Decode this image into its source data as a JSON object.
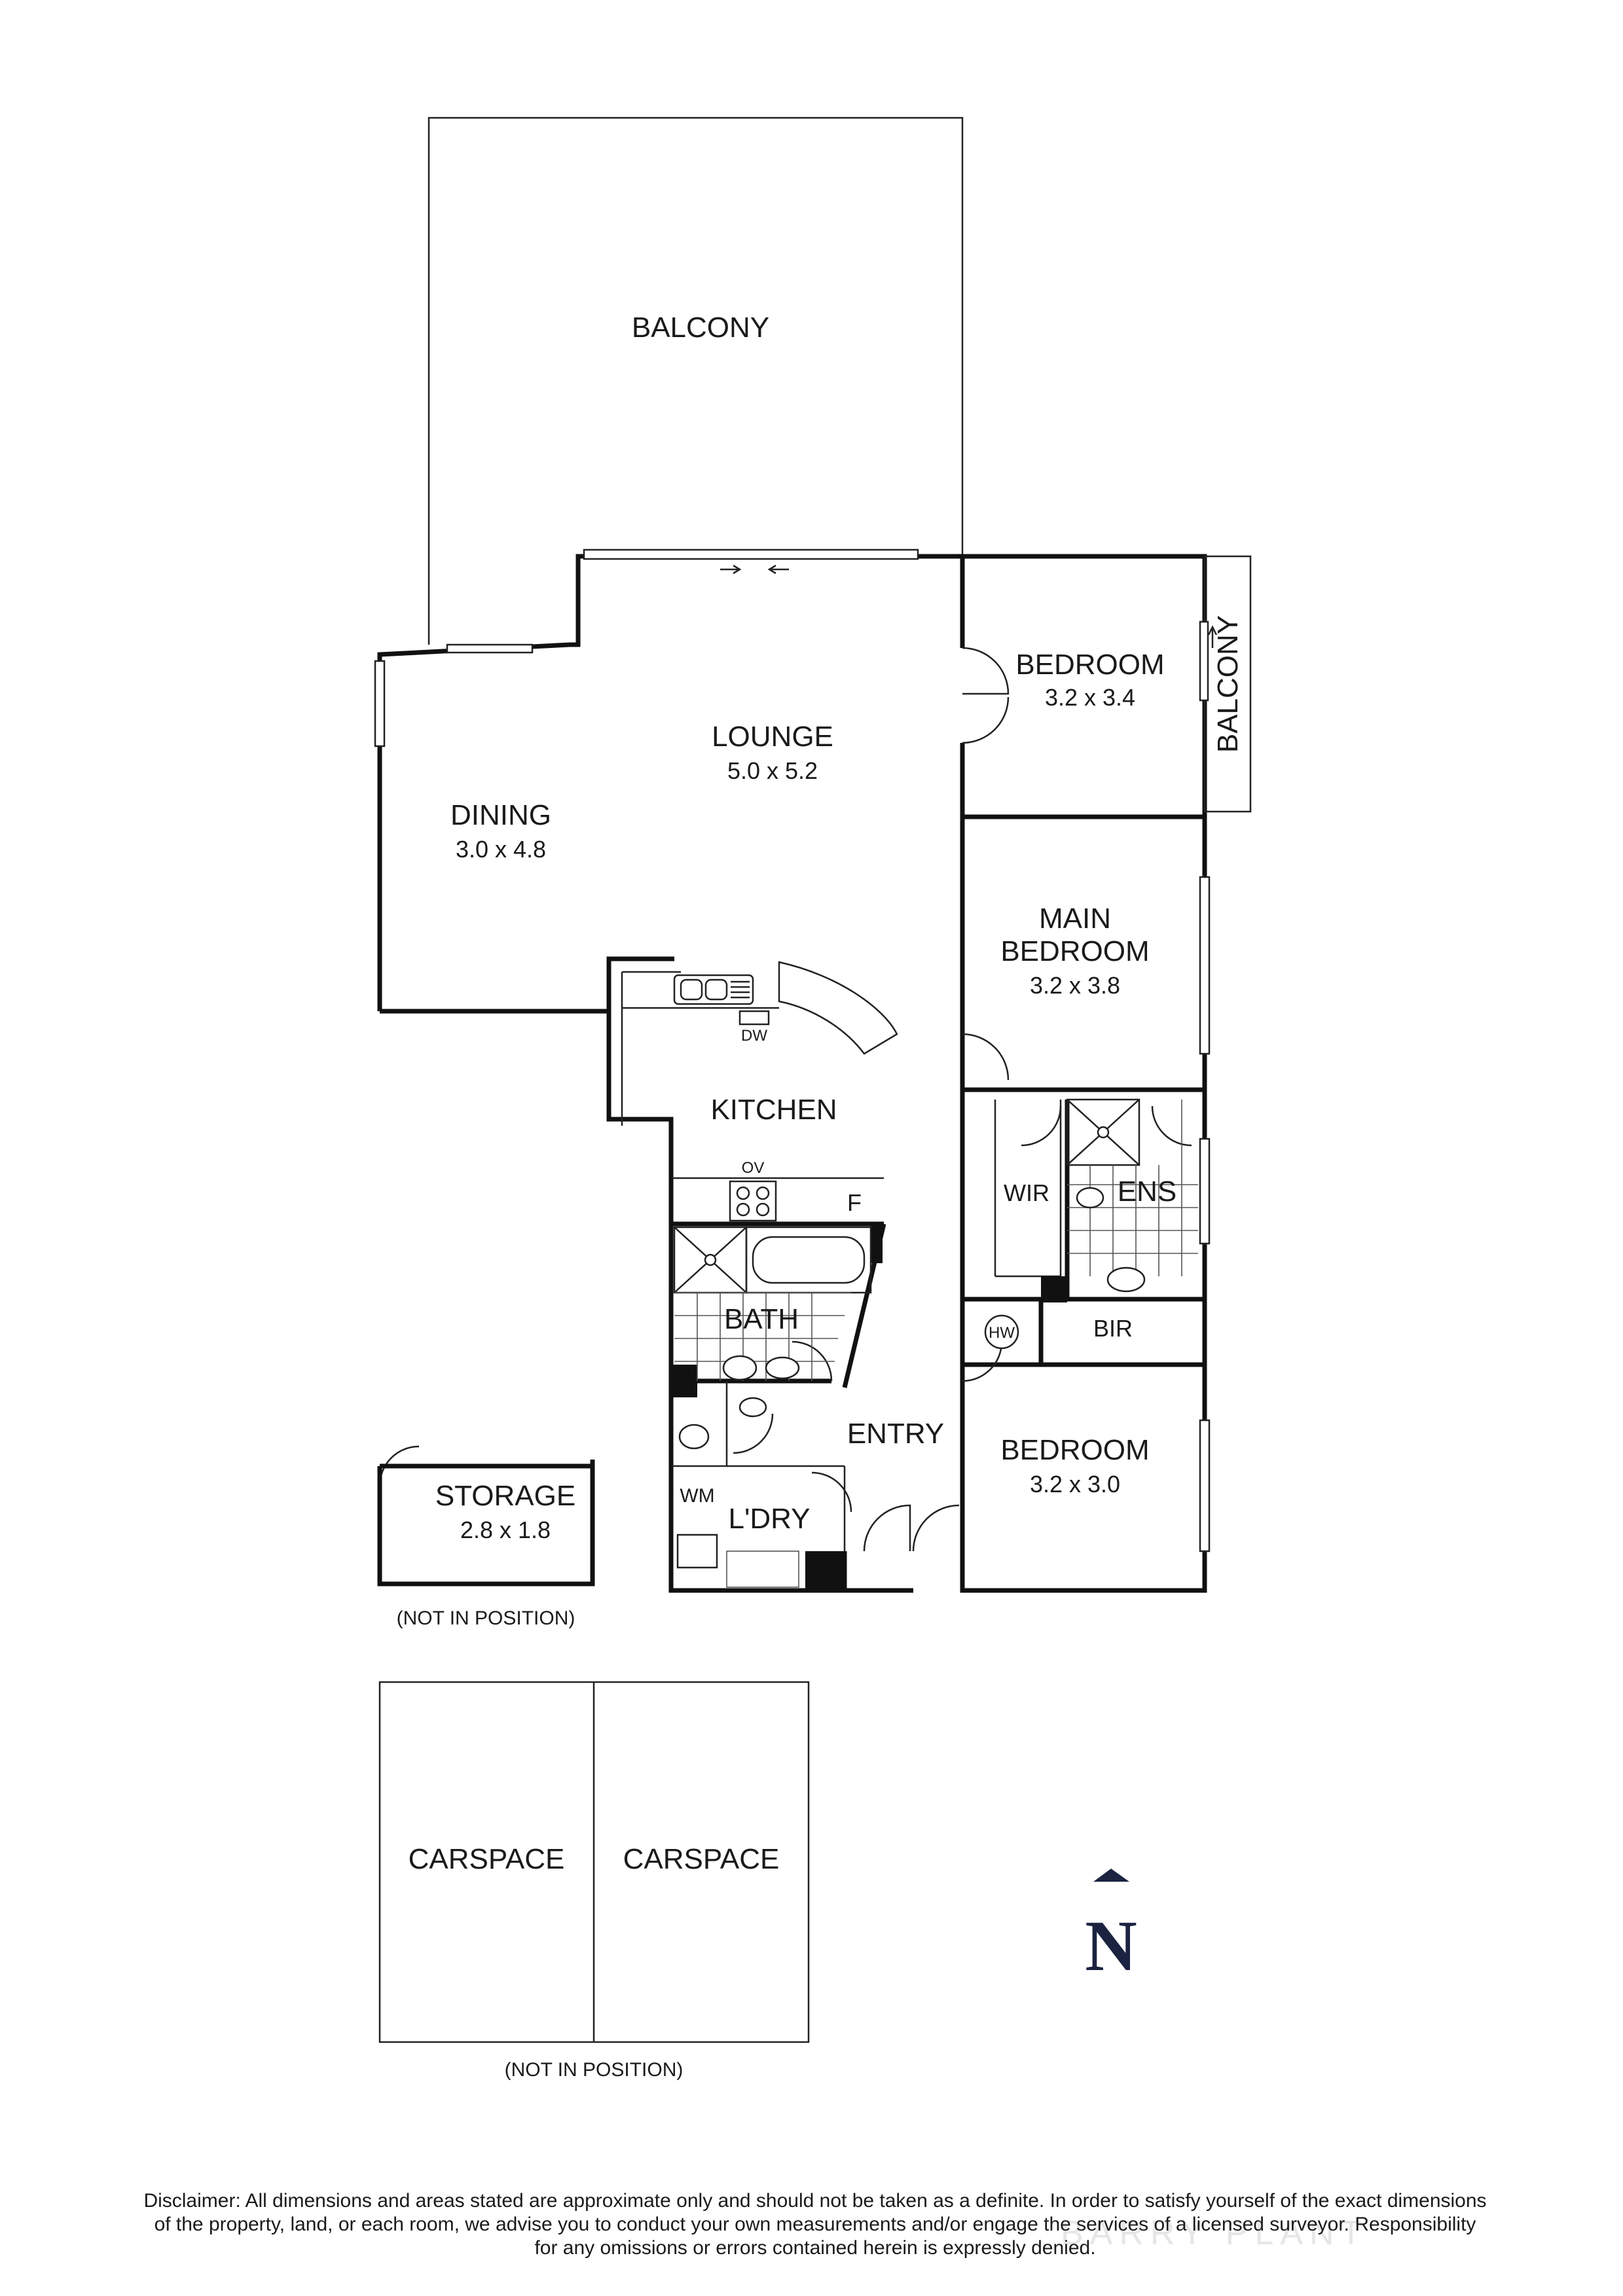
{
  "rooms": {
    "balcony_main": {
      "name": "BALCONY"
    },
    "balcony_side": {
      "name": "BALCONY"
    },
    "bedroom_1": {
      "name": "BEDROOM",
      "size": "3.2 x 3.4"
    },
    "lounge": {
      "name": "LOUNGE",
      "size": "5.0 x 5.2"
    },
    "dining": {
      "name": "DINING",
      "size": "3.0 x 4.8"
    },
    "main_bedroom": {
      "name_line1": "MAIN",
      "name_line2": "BEDROOM",
      "size": "3.2 x 3.8"
    },
    "kitchen": {
      "name": "KITCHEN"
    },
    "wir": {
      "name": "WIR"
    },
    "ens": {
      "name": "ENS"
    },
    "bath": {
      "name": "BATH"
    },
    "bir": {
      "name": "BIR"
    },
    "entry": {
      "name": "ENTRY"
    },
    "bedroom_2": {
      "name": "BEDROOM",
      "size": "3.2 x 3.0"
    },
    "laundry": {
      "name": "L'DRY"
    },
    "storage": {
      "name": "STORAGE",
      "size": "2.8 x 1.8"
    },
    "carspace_1": {
      "name": "CARSPACE"
    },
    "carspace_2": {
      "name": "CARSPACE"
    }
  },
  "fixtures": {
    "dishwasher": "DW",
    "oven": "OV",
    "fridge": "F",
    "hot_water": "HW",
    "washing_machine": "WM"
  },
  "notes": {
    "storage_position": "(NOT IN POSITION)",
    "carspace_position": "(NOT IN POSITION)"
  },
  "compass": {
    "label": "N",
    "color": "#1b2340"
  },
  "disclaimer": {
    "line1": "Disclaimer: All dimensions and areas stated are approximate only and should not be taken as a definite. In order to satisfy yourself of the exact dimensions",
    "line2": "of the property, land, or each room, we advise you to conduct your own measurements and/or engage the services of a licensed surveyor. Responsibility",
    "line3": "for any omissions or errors contained herein is expressly denied."
  },
  "watermark": "BARRY PLANT"
}
